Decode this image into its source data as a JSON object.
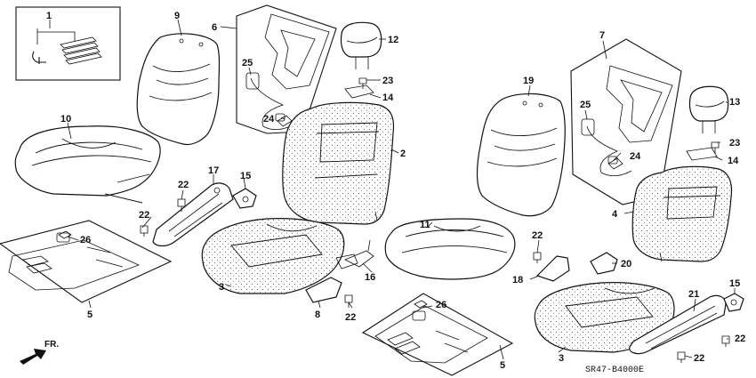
{
  "callouts": {
    "c1": "1",
    "c2": "2",
    "c3a": "3",
    "c3b": "3",
    "c4": "4",
    "c5a": "5",
    "c5b": "5",
    "c6": "6",
    "c7": "7",
    "c8": "8",
    "c9": "9",
    "c10": "10",
    "c11": "11",
    "c12": "12",
    "c13": "13",
    "c14a": "14",
    "c14b": "14",
    "c15a": "15",
    "c15b": "15",
    "c16": "16",
    "c17": "17",
    "c18": "18",
    "c19": "19",
    "c20": "20",
    "c21": "21",
    "c22a": "22",
    "c22b": "22",
    "c22c": "22",
    "c22d": "22",
    "c22e": "22",
    "c22f": "22",
    "c23a": "23",
    "c23b": "23",
    "c24a": "24",
    "c24b": "24",
    "c25a": "25",
    "c25b": "25",
    "c26a": "26",
    "c26b": "26"
  },
  "front_marker": "FR.",
  "diagram_code": "SR47-B4000E"
}
